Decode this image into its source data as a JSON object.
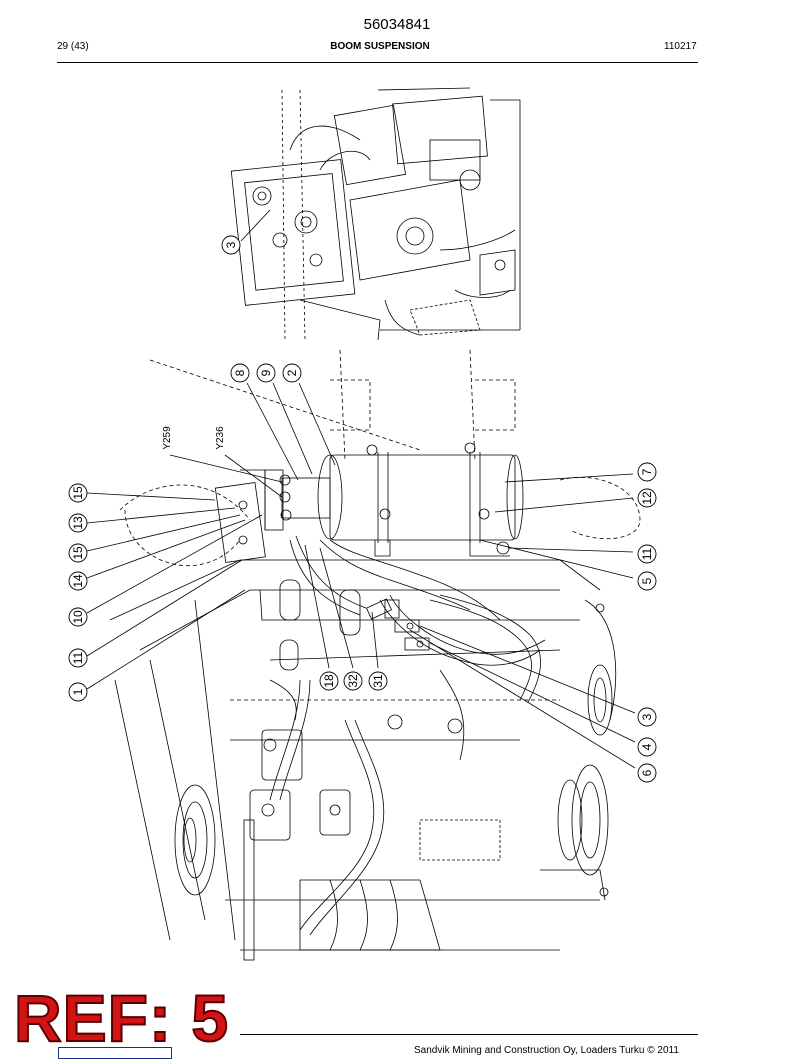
{
  "header": {
    "document_number": "56034841",
    "page": "29 (43)",
    "section_title": "BOOM SUSPENSION",
    "date_code": "110217"
  },
  "footer": {
    "copyright": "Sandvik Mining and Construction Oy, Loaders Turku © 2011"
  },
  "stamp": {
    "text": "REF: 5",
    "color": "#d21414"
  },
  "figure_top": {
    "callouts": [
      {
        "label": "3"
      }
    ]
  },
  "figure_main": {
    "callouts": [
      {
        "label": "8"
      },
      {
        "label": "9"
      },
      {
        "label": "2"
      },
      {
        "label": "7"
      },
      {
        "label": "12"
      },
      {
        "label": "11"
      },
      {
        "label": "5"
      },
      {
        "label": "15"
      },
      {
        "label": "13"
      },
      {
        "label": "15"
      },
      {
        "label": "14"
      },
      {
        "label": "10"
      },
      {
        "label": "11"
      },
      {
        "label": "1"
      },
      {
        "label": "18"
      },
      {
        "label": "32"
      },
      {
        "label": "31"
      },
      {
        "label": "3"
      },
      {
        "label": "4"
      },
      {
        "label": "6"
      }
    ],
    "signals": [
      {
        "label": "Y259"
      },
      {
        "label": "Y236"
      }
    ]
  }
}
